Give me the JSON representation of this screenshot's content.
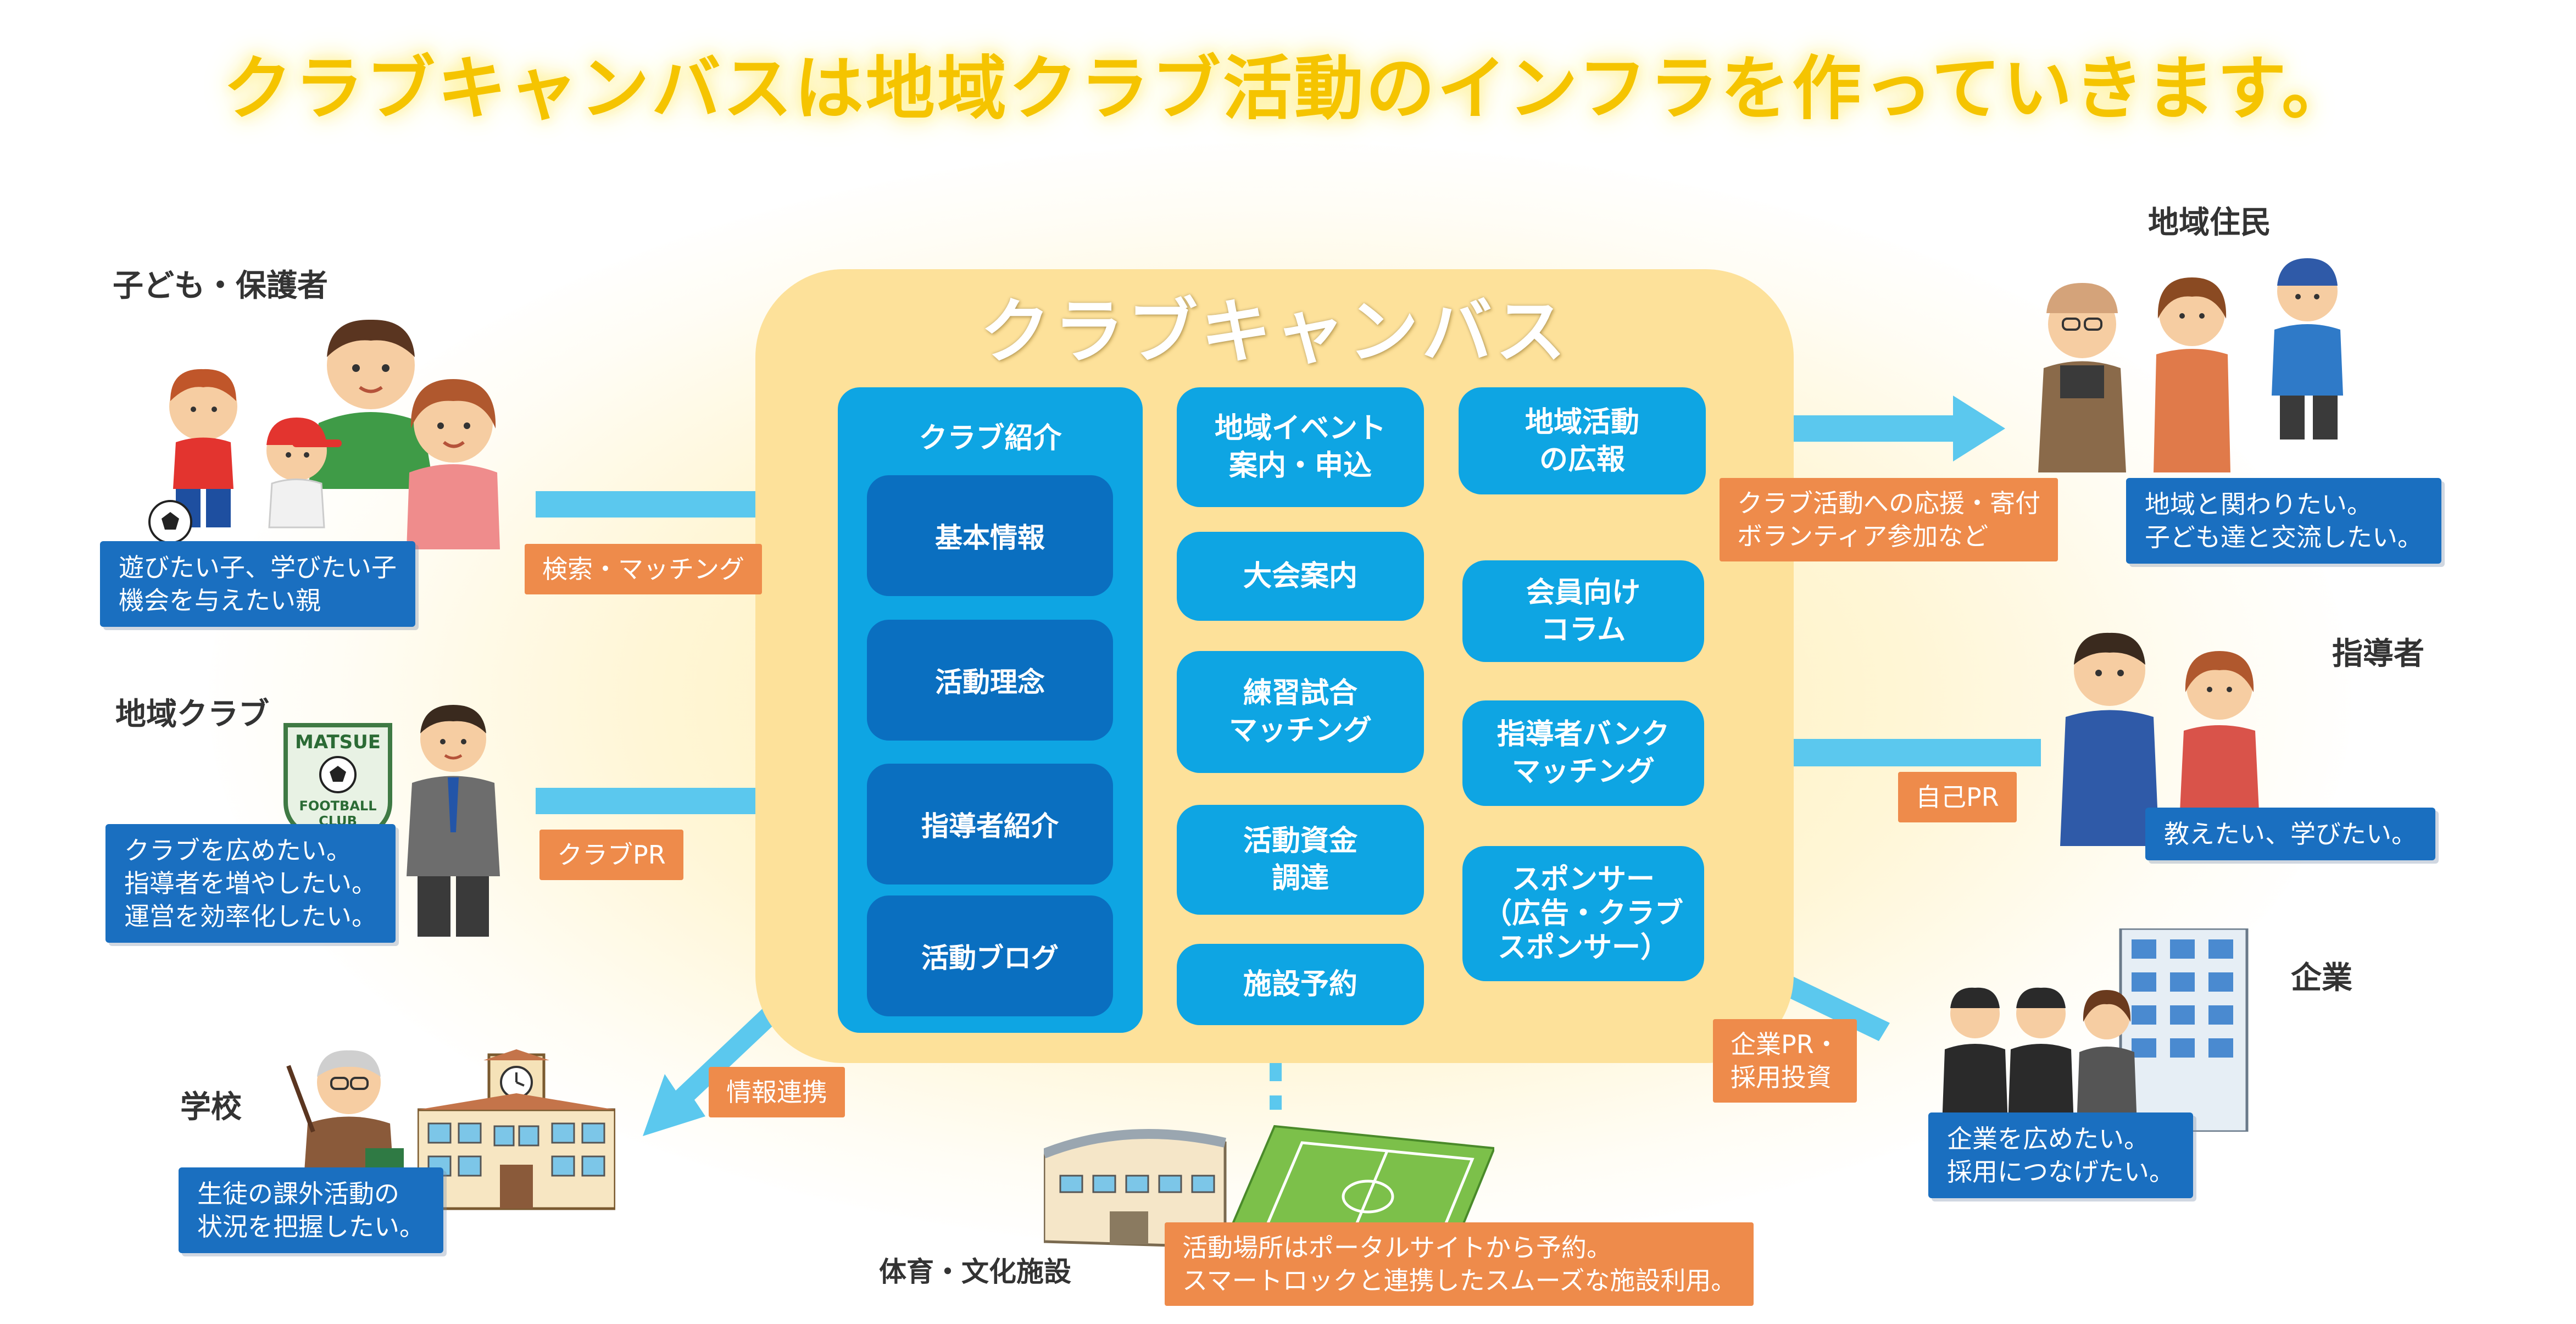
{
  "title": "クラブキャンバスは地域クラブ活動のインフラを作っていきます。",
  "center": {
    "title": "クラブキャンバス",
    "club_intro": {
      "title": "クラブ紹介",
      "items": [
        "基本情報",
        "活動理念",
        "指導者紹介",
        "活動ブログ"
      ]
    },
    "middle": [
      "地域イベント\n案内・申込",
      "大会案内",
      "練習試合\nマッチング",
      "活動資金\n調達",
      "施設予約"
    ],
    "right": [
      "地域活動\nの広報",
      "会員向け\nコラム",
      "指導者バンク\nマッチング",
      "スポンサー\n（広告・クラブ\nスポンサー）"
    ]
  },
  "actors": {
    "children": {
      "heading": "子ども・保護者",
      "desc": "遊びたい子、学びたい子\n機会を与えたい親",
      "link": "検索・マッチング"
    },
    "clubs": {
      "heading": "地域クラブ",
      "desc": "クラブを広めたい。\n指導者を増やしたい。\n運営を効率化したい。",
      "link": "クラブPR",
      "logo_top": "MATSUE",
      "logo_bottom": "FOOTBALL\nCLUB"
    },
    "school": {
      "heading": "学校",
      "desc": "生徒の課外活動の\n状況を把握したい。",
      "link": "情報連携"
    },
    "residents": {
      "heading": "地域住民",
      "desc": "地域と関わりたい。\n子ども達と交流したい。",
      "link": "クラブ活動への応援・寄付\nボランティア参加など"
    },
    "coaches": {
      "heading": "指導者",
      "desc": "教えたい、学びたい。",
      "link": "自己PR"
    },
    "companies": {
      "heading": "企業",
      "desc": "企業を広めたい。\n採用につなげたい。",
      "link": "企業PR・\n採用投資"
    },
    "facilities": {
      "heading": "体育・文化施設",
      "desc": "活動場所はポータルサイトから予約。\nスマートロックと連携したスムーズな施設利用。"
    }
  },
  "colors": {
    "title_yellow": "#f5c400",
    "panel": "#fde19a",
    "feature_blue": "#0ea5e3",
    "dark_blue": "#0a6fc0",
    "label_blue": "#1a6fc0",
    "orange": "#ee8b4b",
    "arrow": "#5bc8ee"
  },
  "icons": [
    "children-illustration",
    "club-logo-icon",
    "coach-illustration",
    "school-building-icon",
    "teacher-illustration",
    "residents-illustration",
    "coaches-illustration",
    "office-building-icon",
    "business-people-illustration",
    "gym-field-icon"
  ]
}
